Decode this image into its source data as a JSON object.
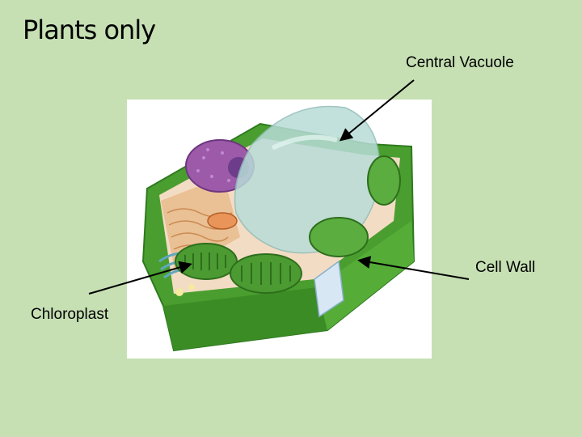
{
  "slide": {
    "title": "Plants only"
  },
  "labels": {
    "central_vacuole": "Central Vacuole",
    "cell_wall": "Cell Wall",
    "chloroplast": "Chloroplast"
  },
  "colors": {
    "background": "#c6e0b4",
    "cell_wall": "#3f9a2a",
    "cytoplasm": "#f3dcc4",
    "vacuole": "#b8dcd8",
    "nucleus": "#9c5aa8",
    "chloroplast": "#4b9a32"
  }
}
